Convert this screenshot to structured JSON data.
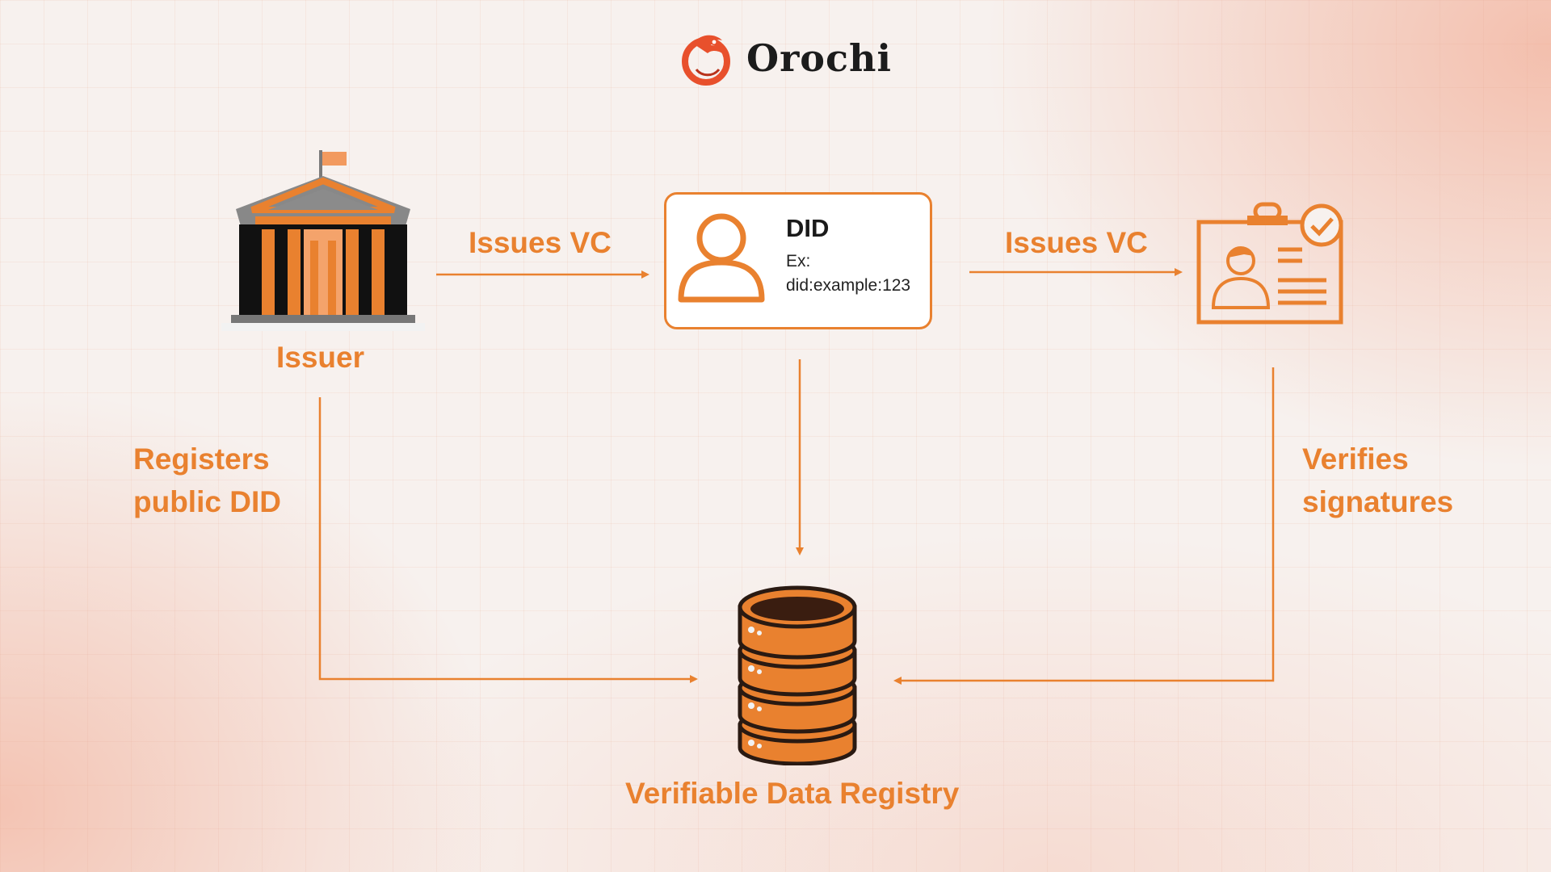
{
  "brand": {
    "name": "Orochi"
  },
  "labels": {
    "issuer": "Issuer",
    "issues_vc_left": "Issues VC",
    "issues_vc_right": "Issues VC",
    "registers_line1": "Registers",
    "registers_line2": "public DID",
    "verifies_line1": "Verifies",
    "verifies_line2": "signatures",
    "registry": "Verifiable Data Registry"
  },
  "did_card": {
    "title": "DID",
    "example_line1": "Ex:",
    "example_line2": "did:example:123"
  },
  "icons": {
    "issuer": "government-building-icon",
    "did": "user-silhouette-icon",
    "verifier": "verified-id-card-icon",
    "registry": "database-server-icon",
    "logo": "dragon-logo-icon"
  },
  "colors": {
    "accent": "#e9812f",
    "dark": "#1a1a1a",
    "card_bg": "#ffffff"
  }
}
